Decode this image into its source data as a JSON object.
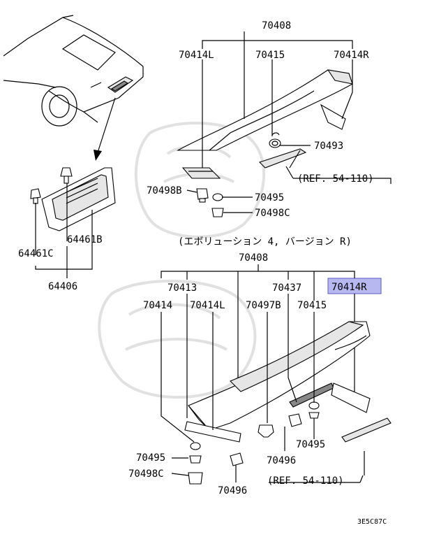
{
  "top_assembly": {
    "parent_label": "70408",
    "label_70414L": "70414L",
    "label_70415": "70415",
    "label_70414R": "70414R",
    "label_70493": "70493",
    "label_ref": "(REF. 54-110)",
    "label_70498B": "70498B",
    "label_70495": "70495",
    "label_70498C": "70498C"
  },
  "left_group": {
    "label_64461B": "64461B",
    "label_64461C": "64461C",
    "label_64406": "64406"
  },
  "bottom_assembly": {
    "variant_note": "(エボリューション 4, バージョン R)",
    "parent_label": "70408",
    "label_70413": "70413",
    "label_70437": "70437",
    "label_70414R_highlight": "70414R",
    "label_70414": "70414",
    "label_70414L": "70414L",
    "label_70497B": "70497B",
    "label_70415": "70415",
    "label_70495_left": "70495",
    "label_70498C": "70498C",
    "label_70496_left": "70496",
    "label_70496_right": "70496",
    "label_70495_right": "70495",
    "label_ref": "(REF. 54-110)"
  },
  "footer": {
    "diagram_code": "3E5C87C"
  },
  "colors": {
    "highlight_fill": "#b8b8f0",
    "highlight_border": "#5a5ac0",
    "watermark": "#c8c8c8"
  }
}
